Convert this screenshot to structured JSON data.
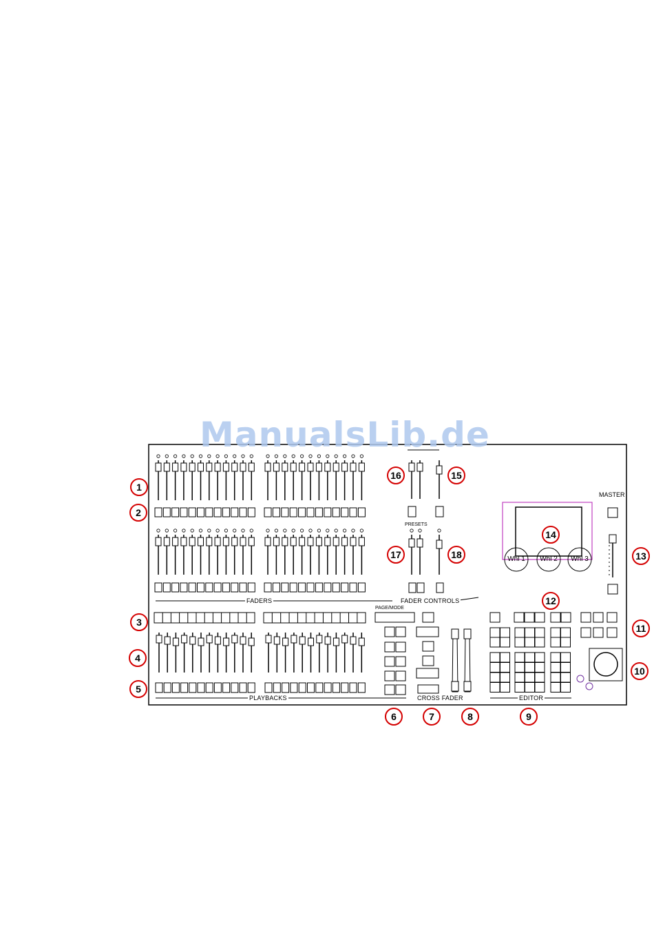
{
  "watermark": "ManualsLib.de",
  "labels": {
    "faders": "FADERS",
    "fader_controls": "FADER CONTROLS",
    "playbacks": "PLAYBACKS",
    "cross_fader": "CROSS FADER",
    "editor": "EDITOR",
    "master": "MASTER",
    "presets": "PRESETS",
    "page_mode": "PAGE/MODE"
  },
  "wheels": [
    "Whl 1",
    "Whl 2",
    "Whl 3"
  ],
  "callouts": [
    "1",
    "2",
    "3",
    "4",
    "5",
    "6",
    "7",
    "8",
    "9",
    "10",
    "11",
    "12",
    "13",
    "14",
    "15",
    "16",
    "17",
    "18"
  ],
  "colors": {
    "callout": "#d40000",
    "screen_border": "#c040c0",
    "watermark": "#aec8ee"
  }
}
